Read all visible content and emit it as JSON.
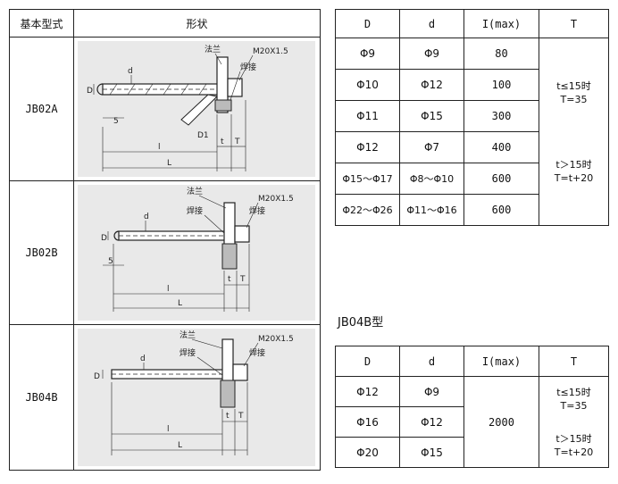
{
  "left_table": {
    "headers": [
      "基本型式",
      "形状"
    ],
    "rows": [
      {
        "type": "JB02A"
      },
      {
        "type": "JB02B"
      },
      {
        "type": "JB04B"
      }
    ],
    "drawing_labels": {
      "flange": "法兰",
      "weld": "焊接",
      "thread": "M20X1.5",
      "D": "D",
      "d": "d",
      "D1": "D1",
      "five": "5",
      "l": "l",
      "L": "L",
      "t": "t",
      "T": "T"
    }
  },
  "table1": {
    "headers": [
      "D",
      "d",
      "I(max)",
      "T"
    ],
    "rows": [
      {
        "D": "Φ9",
        "d": "Φ9",
        "I": "80"
      },
      {
        "D": "Φ10",
        "d": "Φ12",
        "I": "100"
      },
      {
        "D": "Φ11",
        "d": "Φ15",
        "I": "300"
      },
      {
        "D": "Φ12",
        "d": "Φ7",
        "I": "400"
      },
      {
        "D": "Φ15～Φ17",
        "d": "Φ8～Φ10",
        "I": "600"
      },
      {
        "D": "Φ22～Φ26",
        "d": "Φ11～Φ16",
        "I": "600"
      }
    ],
    "T_rule_1": "t≤15时",
    "T_rule_1b": "T=35",
    "T_rule_2": "t＞15时",
    "T_rule_2b": "T=t+20"
  },
  "table2": {
    "title": "JB04B型",
    "headers": [
      "D",
      "d",
      "I(max)",
      "T"
    ],
    "rows": [
      {
        "D": "Φ12",
        "d": "Φ9"
      },
      {
        "D": "Φ16",
        "d": "Φ12"
      },
      {
        "D": "Φ20",
        "d": "Φ15"
      }
    ],
    "I": "2000",
    "T_rule_1": "t≤15时",
    "T_rule_1b": "T=35",
    "T_rule_2": "t＞15时",
    "T_rule_2b": "T=t+20"
  }
}
